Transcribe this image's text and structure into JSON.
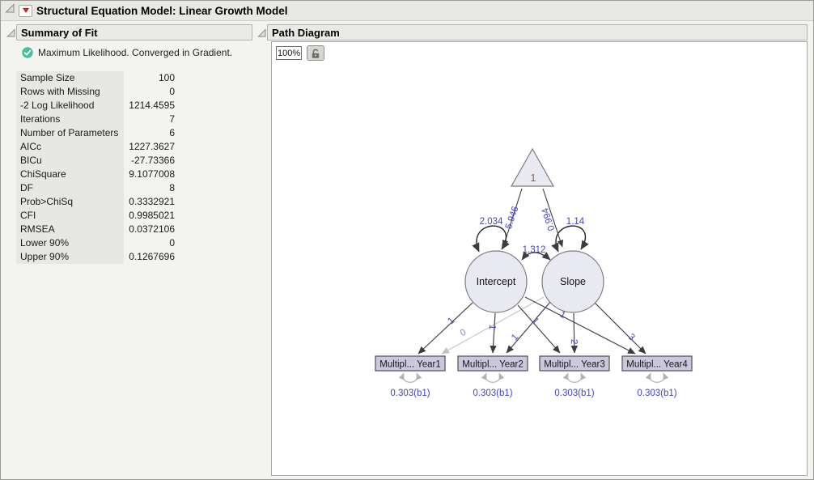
{
  "window": {
    "title": "Structural Equation Model: Linear Growth Model"
  },
  "summary_of_fit": {
    "title": "Summary of Fit",
    "status_message": "Maximum Likelihood. Converged in Gradient.",
    "status_icon": "check-circle",
    "rows": [
      {
        "label": "Sample Size",
        "value": "100"
      },
      {
        "label": "Rows with Missing",
        "value": "0"
      },
      {
        "label": "-2 Log Likelihood",
        "value": "1214.4595"
      },
      {
        "label": "Iterations",
        "value": "7"
      },
      {
        "label": "Number of Parameters",
        "value": "6"
      },
      {
        "label": "AICc",
        "value": "1227.3627"
      },
      {
        "label": "BICu",
        "value": "-27.73366"
      },
      {
        "label": "ChiSquare",
        "value": "9.1077008"
      },
      {
        "label": "DF",
        "value": "8"
      },
      {
        "label": "Prob>ChiSq",
        "value": "0.3332921"
      },
      {
        "label": "CFI",
        "value": "0.9985021"
      },
      {
        "label": "RMSEA",
        "value": "0.0372106"
      },
      {
        "label": "Lower 90%",
        "value": "0"
      },
      {
        "label": "Upper 90%",
        "value": "0.1267696"
      }
    ]
  },
  "path_diagram": {
    "title": "Path Diagram",
    "zoom_value": "100%",
    "constant": {
      "label": "1"
    },
    "latents": {
      "intercept": {
        "label": "Intercept",
        "variance": "2.034",
        "mean": "5.946"
      },
      "slope": {
        "label": "Slope",
        "variance": "1.14",
        "mean": "0.994"
      },
      "covariance": "1.312"
    },
    "observed": [
      {
        "label": "Multipl... Year1",
        "intercept_loading": "1",
        "slope_loading": "0",
        "residual": "0.303(b1)"
      },
      {
        "label": "Multipl... Year2",
        "intercept_loading": "1",
        "slope_loading": "1",
        "residual": "0.303(b1)"
      },
      {
        "label": "Multipl... Year3",
        "intercept_loading": "1",
        "slope_loading": "2",
        "residual": "0.303(b1)"
      },
      {
        "label": "Multipl... Year4",
        "intercept_loading": "1",
        "slope_loading": "3",
        "residual": "0.303(b1)"
      }
    ]
  },
  "colors": {
    "estimate_label": "#4343c7",
    "zero_path": "#c6c6c6",
    "dark_path": "#45454d",
    "node_fill": "#e9e9f1",
    "observed_fill": "#c9c9db",
    "status_green": "#46bd9d",
    "red_triangle": "#c3272b"
  },
  "icons": {
    "disclosure": "disclosure-triangle-icon",
    "menu": "red-triangle-menu-icon",
    "status": "check-circle-icon",
    "lock": "open-padlock-icon"
  }
}
